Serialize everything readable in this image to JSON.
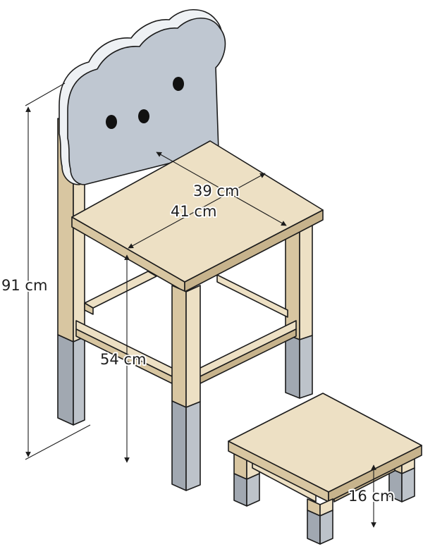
{
  "colors": {
    "wood_top": "#ede0c4",
    "wood_side": "#d8c6a1",
    "wood_dark": "#c7b38c",
    "leg_cap": "#bdc3ca",
    "leg_cap_dark": "#a1a8b1",
    "backrest": "#bfc7d1",
    "backrest_edge": "#eef1f4",
    "outline": "#1c1c1c"
  },
  "dimensions": {
    "seat_depth": "39 cm",
    "seat_width": "41 cm",
    "total_height": "91 cm",
    "seat_height": "54 cm",
    "stool_height": "16 cm"
  }
}
